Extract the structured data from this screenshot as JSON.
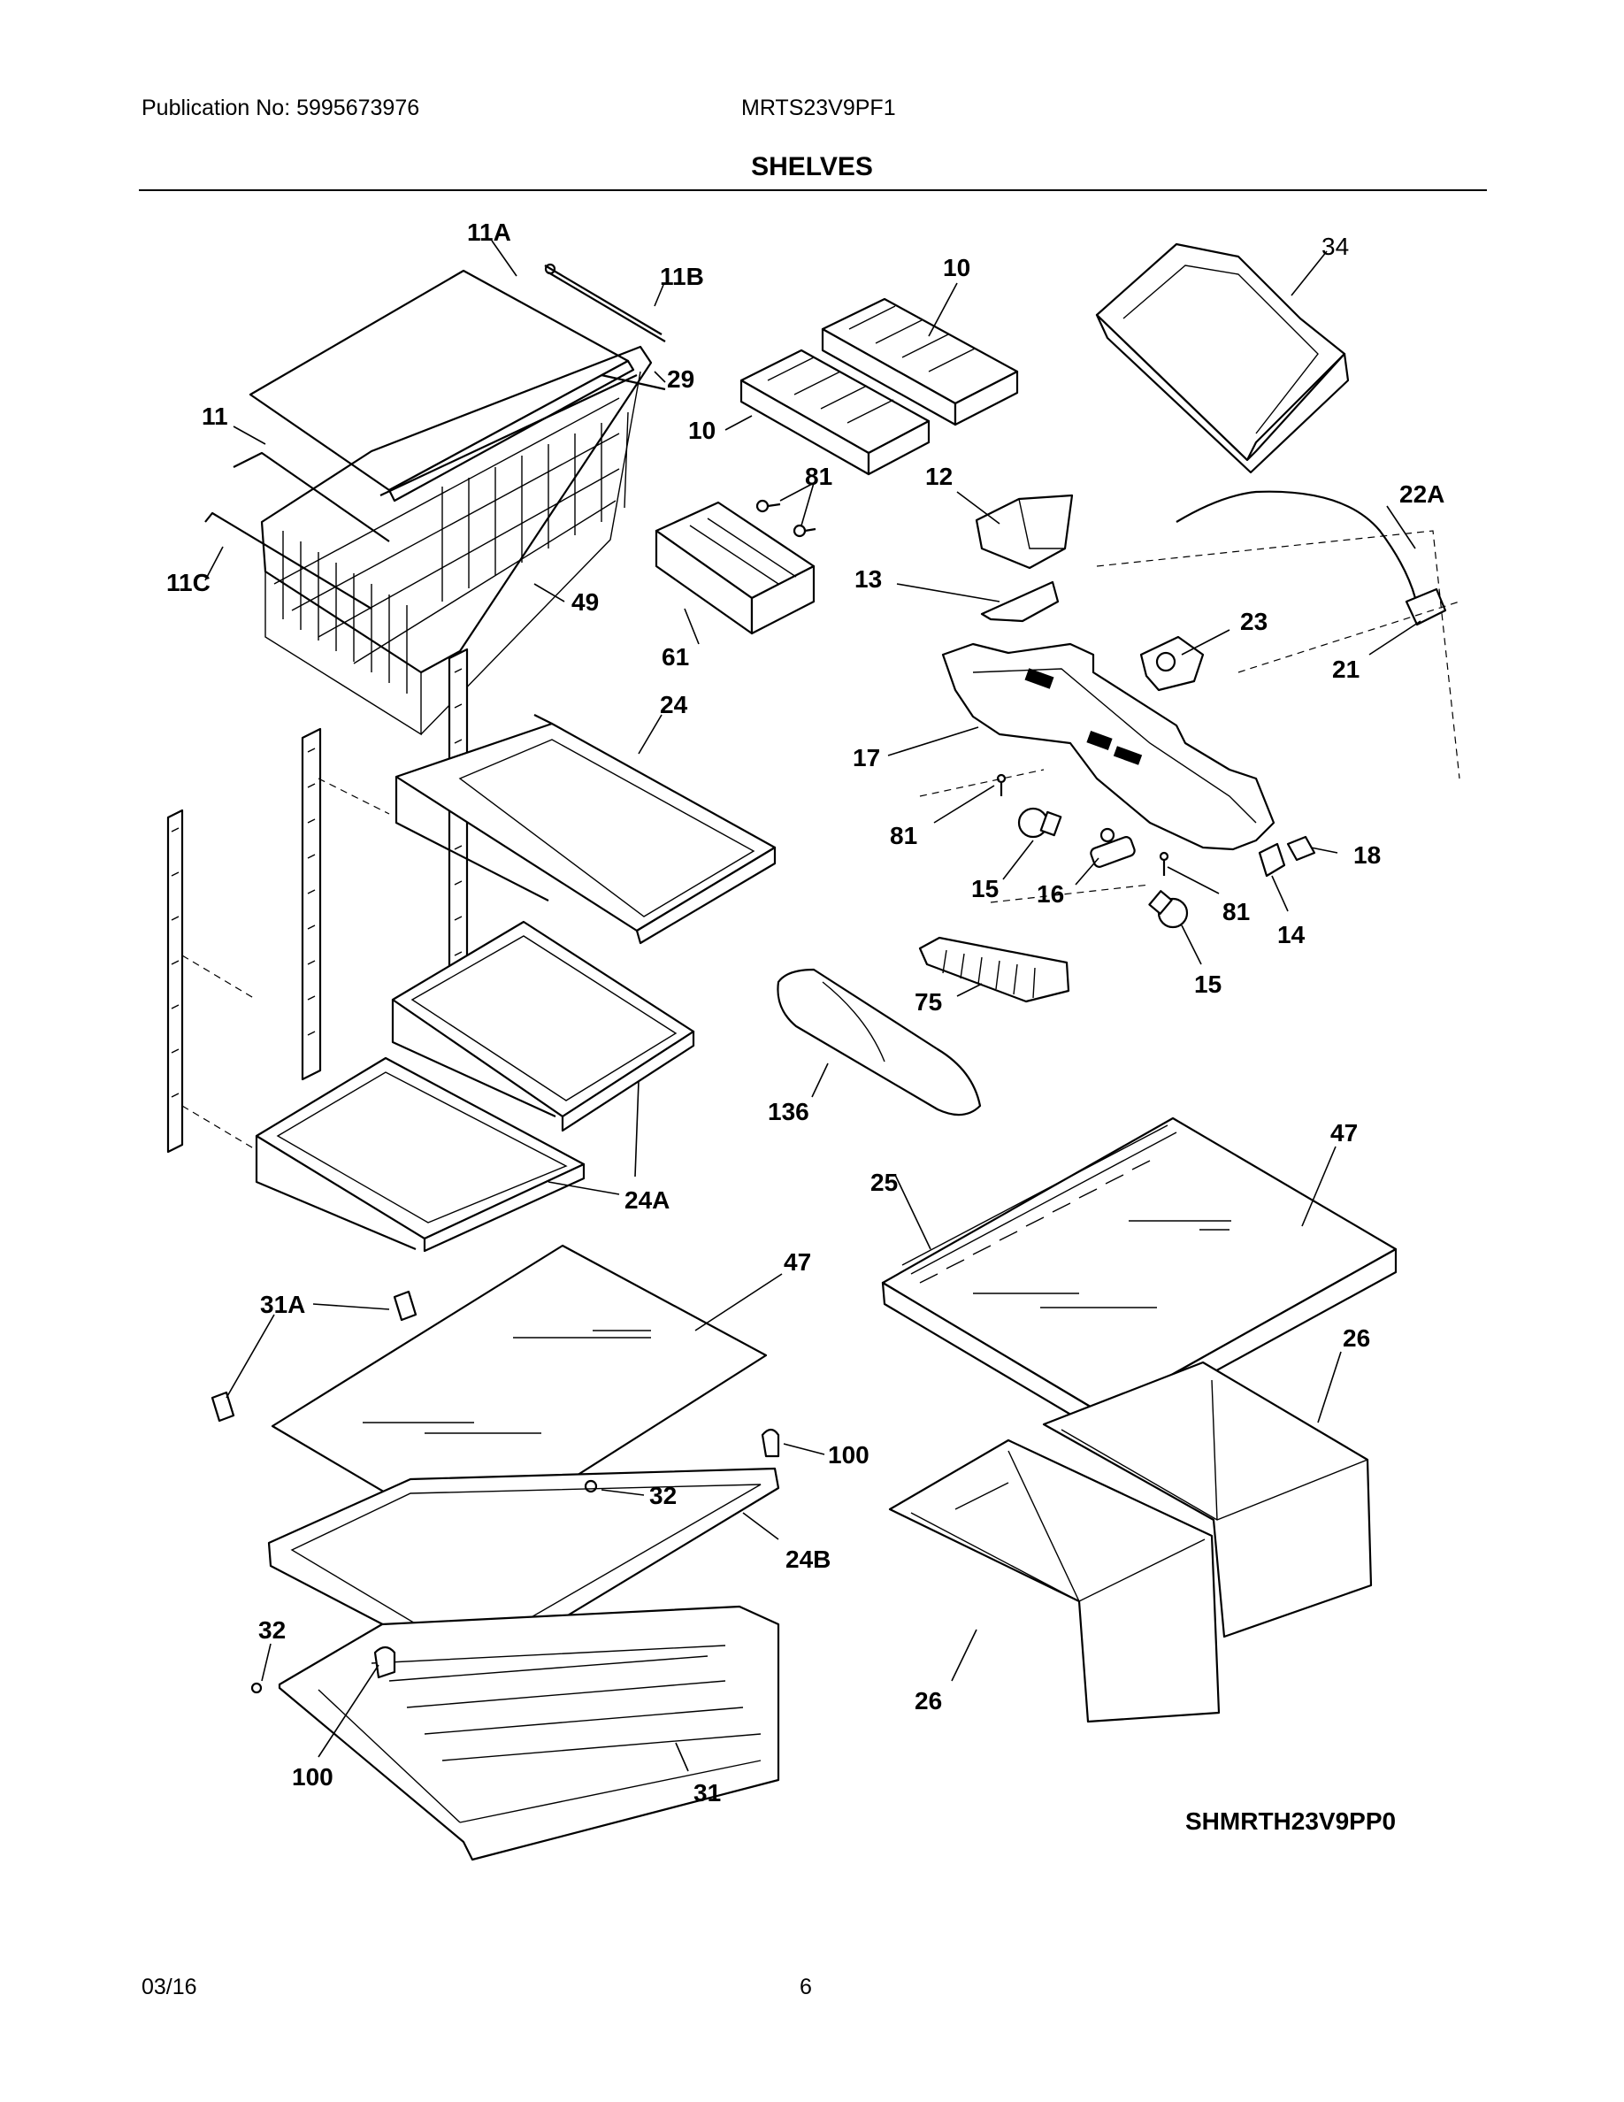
{
  "header": {
    "publication": "Publication No: 5995673976",
    "model": "MRTS23V9PF1",
    "section_title": "SHELVES"
  },
  "diagram_code": "SHMRTH23V9PP0",
  "callouts": {
    "c11A": "11A",
    "c11B": "11B",
    "c29": "29",
    "c11": "11",
    "c11C": "11C",
    "c49": "49",
    "c10a": "10",
    "c10b": "10",
    "c81a": "81",
    "c61": "61",
    "c12": "12",
    "c13": "13",
    "c34": "34",
    "c22A": "22A",
    "c23": "23",
    "c21": "21",
    "c17": "17",
    "c24": "24",
    "c81b": "81",
    "c15a": "15",
    "c16": "16",
    "c81c": "81",
    "c18": "18",
    "c14": "14",
    "c15b": "15",
    "c75": "75",
    "c136": "136",
    "c24A": "24A",
    "c47a": "47",
    "c25": "25",
    "c47b": "47",
    "c31A": "31A",
    "c26a": "26",
    "c100a": "100",
    "c32a": "32",
    "c24B": "24B",
    "c32b": "32",
    "c26b": "26",
    "c100b": "100",
    "c31": "31"
  },
  "footer": {
    "date": "03/16",
    "page": "6"
  }
}
